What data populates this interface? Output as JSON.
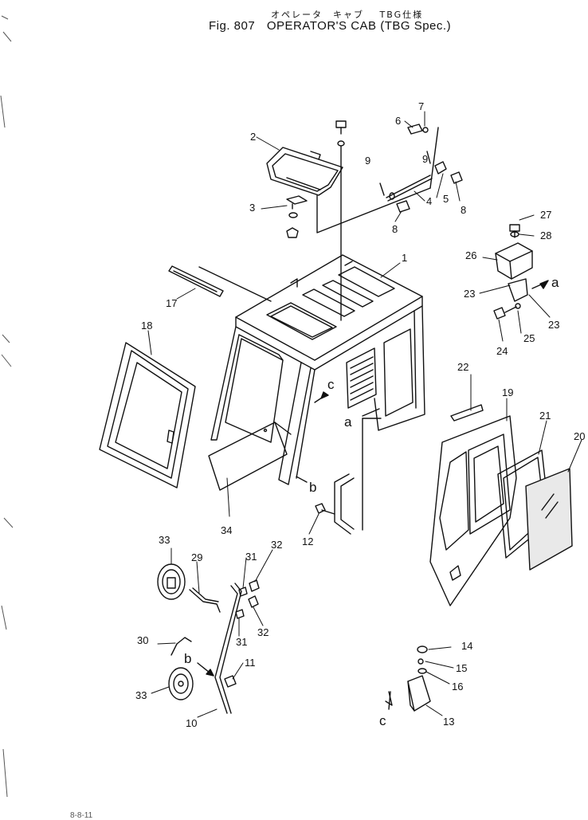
{
  "header": {
    "japanese_title": "オペレータ　キャブ",
    "japanese_spec": "TBG仕様",
    "figure_number": "Fig. 807",
    "title": "OPERATOR'S CAB (TBG Spec.)"
  },
  "callouts": [
    {
      "id": "1",
      "text": "1"
    },
    {
      "id": "2",
      "text": "2"
    },
    {
      "id": "3",
      "text": "3"
    },
    {
      "id": "4",
      "text": "4"
    },
    {
      "id": "5",
      "text": "5"
    },
    {
      "id": "6",
      "text": "6"
    },
    {
      "id": "7",
      "text": "7"
    },
    {
      "id": "8a",
      "text": "8"
    },
    {
      "id": "8b",
      "text": "8"
    },
    {
      "id": "9a",
      "text": "9"
    },
    {
      "id": "9b",
      "text": "9"
    },
    {
      "id": "10",
      "text": "10"
    },
    {
      "id": "11",
      "text": "11"
    },
    {
      "id": "12",
      "text": "12"
    },
    {
      "id": "13",
      "text": "13"
    },
    {
      "id": "14",
      "text": "14"
    },
    {
      "id": "15",
      "text": "15"
    },
    {
      "id": "16",
      "text": "16"
    },
    {
      "id": "17",
      "text": "17"
    },
    {
      "id": "18",
      "text": "18"
    },
    {
      "id": "19",
      "text": "19"
    },
    {
      "id": "20",
      "text": "20"
    },
    {
      "id": "21",
      "text": "21"
    },
    {
      "id": "22",
      "text": "22"
    },
    {
      "id": "23a",
      "text": "23"
    },
    {
      "id": "23b",
      "text": "23"
    },
    {
      "id": "24",
      "text": "24"
    },
    {
      "id": "25",
      "text": "25"
    },
    {
      "id": "26",
      "text": "26"
    },
    {
      "id": "27",
      "text": "27"
    },
    {
      "id": "28",
      "text": "28"
    },
    {
      "id": "29",
      "text": "29"
    },
    {
      "id": "30",
      "text": "30"
    },
    {
      "id": "31a",
      "text": "31"
    },
    {
      "id": "31b",
      "text": "31"
    },
    {
      "id": "32a",
      "text": "32"
    },
    {
      "id": "32b",
      "text": "32"
    },
    {
      "id": "33a",
      "text": "33"
    },
    {
      "id": "33b",
      "text": "33"
    },
    {
      "id": "34",
      "text": "34"
    }
  ],
  "reference_letters": [
    {
      "id": "a1",
      "text": "a"
    },
    {
      "id": "a2",
      "text": "a"
    },
    {
      "id": "b1",
      "text": "b"
    },
    {
      "id": "b2",
      "text": "b"
    },
    {
      "id": "c1",
      "text": "c"
    },
    {
      "id": "c2",
      "text": "c"
    }
  ],
  "footer": {
    "page_code": "8-8-11"
  },
  "colors": {
    "ink": "#111111",
    "paper": "#ffffff",
    "glass": "#e9e9e9"
  }
}
